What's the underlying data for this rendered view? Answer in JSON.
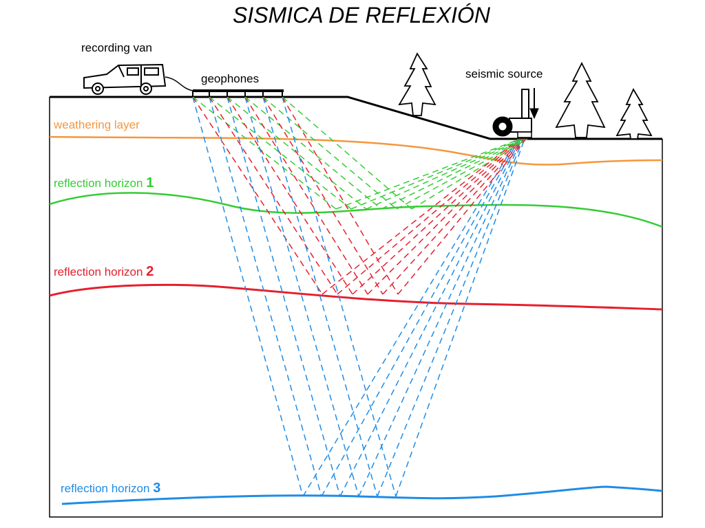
{
  "title": "SISMICA DE REFLEXIÓN",
  "labels": {
    "recording_van": "recording van",
    "geophones": "geophones",
    "seismic_source": "seismic source",
    "weathering_layer": "weathering layer",
    "horizon_1_text": "reflection horizon",
    "horizon_1_num": "1",
    "horizon_2_text": "reflection horizon",
    "horizon_2_num": "2",
    "horizon_3_text": "reflection horizon",
    "horizon_3_num": "3"
  },
  "colors": {
    "weathering": "#f5963c",
    "horizon_1": "#33cc33",
    "horizon_2": "#e61e2d",
    "horizon_3": "#1e8ce6",
    "ink": "#000000"
  },
  "icons": [
    "recording-van-icon",
    "geophone-array-icon",
    "seismic-source-truck-icon",
    "down-arrow-icon",
    "tree-icon"
  ]
}
